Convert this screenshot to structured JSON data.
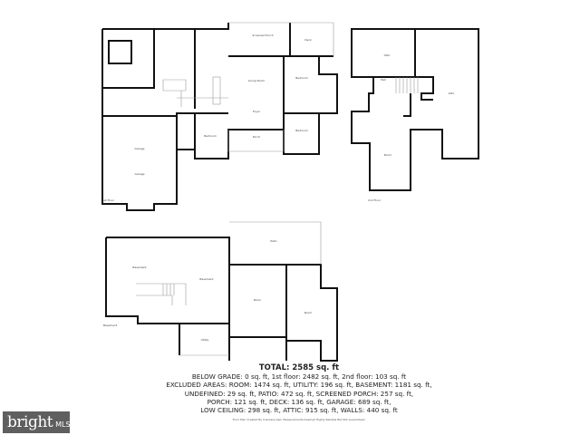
{
  "floors": {
    "first": {
      "label": "1st Floor",
      "rooms": [
        "Garage",
        "Garage",
        "Bedroom",
        "Living Room",
        "Foyer",
        "Porch",
        "Bedroom",
        "Bedroom",
        "Screened Porch",
        "Deck"
      ]
    },
    "second": {
      "label": "2nd Floor",
      "rooms": [
        "Attic",
        "Attic",
        "Hall",
        "Room"
      ]
    },
    "basement": {
      "label": "Basement",
      "rooms": [
        "Basement",
        "Basement",
        "Patio",
        "Room",
        "Room",
        "Utility"
      ]
    }
  },
  "summary": {
    "total": "TOTAL: 2585 sq. ft",
    "lines": [
      "BELOW GRADE: 0 sq. ft, 1st floor: 2482 sq. ft, 2nd floor: 103 sq. ft",
      "EXCLUDED AREAS: ROOM: 1474 sq. ft, UTILITY: 196 sq. ft, BASEMENT: 1181 sq. ft,",
      "UNDEFINED: 29 sq. ft, PATIO: 472 sq. ft, SCREENED PORCH: 257 sq. ft,",
      "PORCH: 121 sq. ft, DECK: 136 sq. ft, GARAGE: 689 sq. ft,",
      "LOW CEILING: 298 sq. ft, ATTIC: 915 sq. ft, WALLS: 440 sq. ft"
    ],
    "note": "Floor Plan Created By Cubicasa App. Measurements Deemed Highly Reliable But Not Guaranteed."
  },
  "logo": {
    "brand": "bright",
    "suffix": "MLS",
    "colors": {
      "background": "#5f5f5f",
      "accent": "#e8663a"
    }
  }
}
